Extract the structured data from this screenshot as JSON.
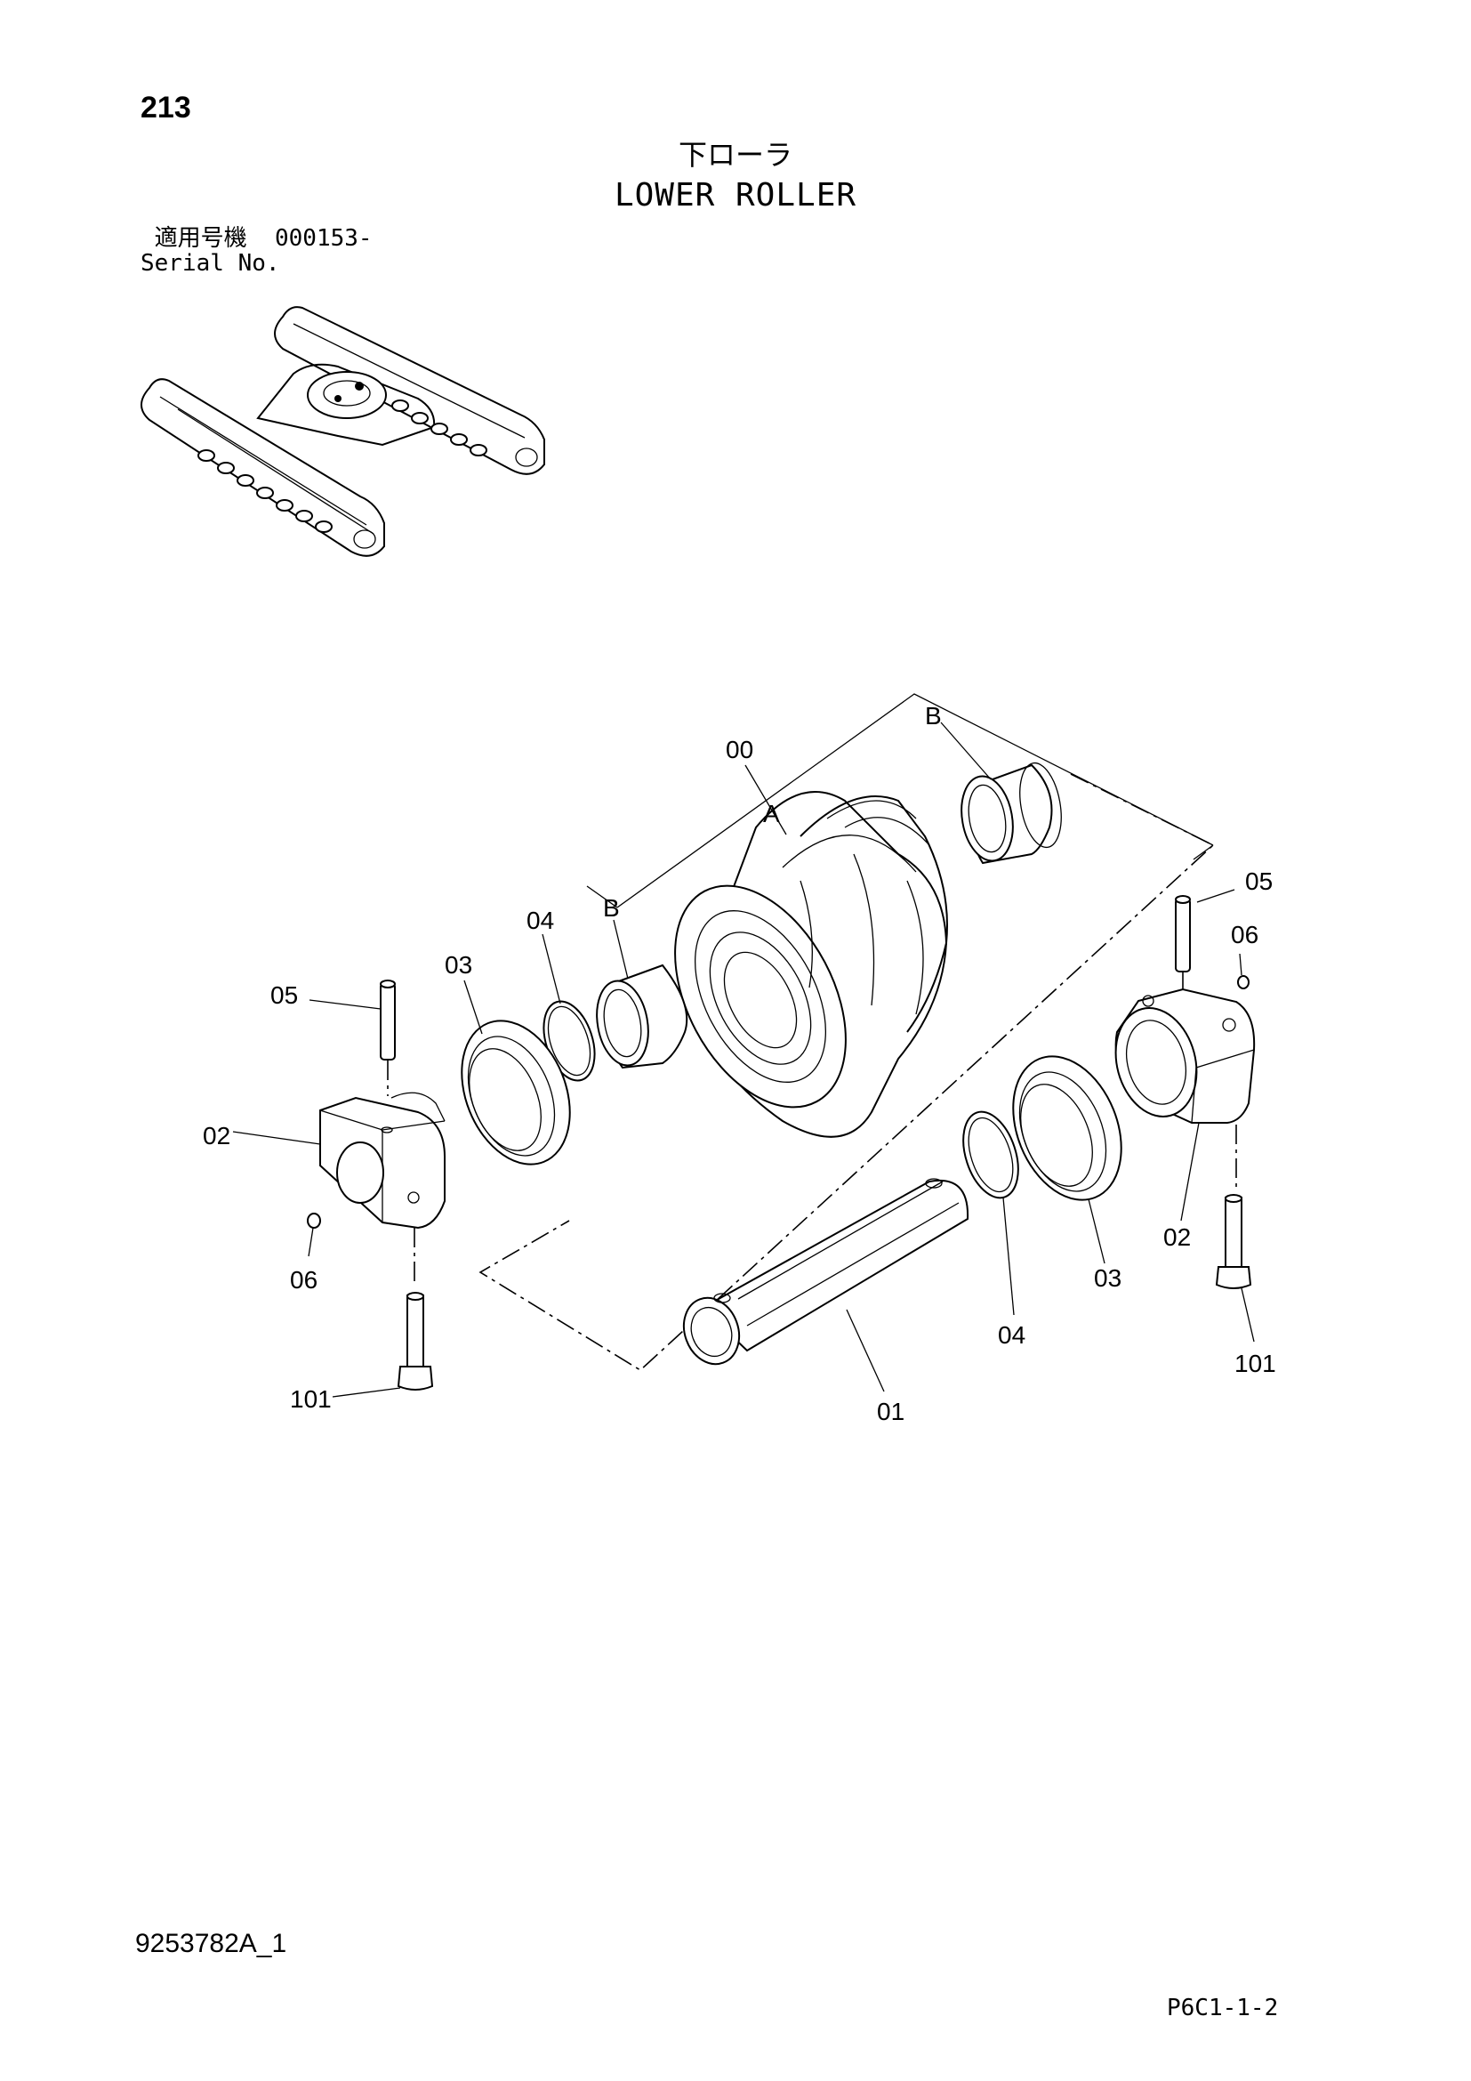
{
  "page": {
    "number": "213",
    "title_ja": "下ローラ",
    "title_en": "LOWER ROLLER"
  },
  "serial": {
    "label_ja": "適用号機",
    "value": "000153-",
    "label_en": "Serial No."
  },
  "callouts": {
    "c00": "00",
    "cA": "A",
    "cB_top": "B",
    "cB_left": "B",
    "c05_right": "05",
    "c06_right": "06",
    "c04_top": "04",
    "c03_top": "03",
    "c05_left": "05",
    "c02_left": "02",
    "c06_left": "06",
    "c101_left": "101",
    "c01": "01",
    "c04_bottom": "04",
    "c03_bottom": "03",
    "c02_right": "02",
    "c101_right": "101"
  },
  "footer": {
    "doc_number": "9253782A_1",
    "page_ref": "P6C1-1-2"
  }
}
